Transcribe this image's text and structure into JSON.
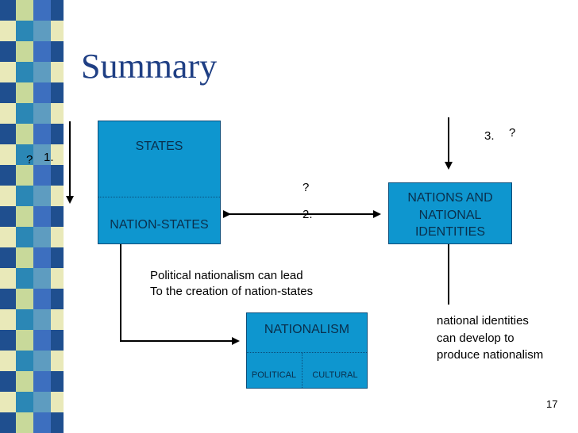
{
  "slide": {
    "title": "Summary",
    "page_number": "17"
  },
  "diagram": {
    "states_box": {
      "top_label": "STATES",
      "bottom_label": "NATION-STATES"
    },
    "nations_box": {
      "label_line1": "NATIONS AND",
      "label_line2": "NATIONAL",
      "label_line3": "IDENTITIES"
    },
    "nationalism_box": {
      "top_label": "NATIONALISM",
      "left_label": "POLITICAL",
      "right_label": "CULTURAL"
    },
    "left_marker": {
      "question": "?",
      "number": "1."
    },
    "middle_marker": {
      "question": "?",
      "number": "2."
    },
    "right_marker": {
      "number": "3.",
      "question": "?"
    },
    "note_political": {
      "line1": "Political nationalism can lead",
      "line2": "To the creation of nation-states"
    },
    "note_identities": {
      "line1": "national identities",
      "line2": "can develop to",
      "line3": "produce nationalism"
    }
  },
  "colors": {
    "box_fill": "#0e96cf",
    "title": "#1f3f84",
    "stripe_palette": [
      "#1f4f8f",
      "#5e9cc0",
      "#c8d99a",
      "#e9e9b9",
      "#3d6fbf",
      "#2b87b5"
    ]
  }
}
